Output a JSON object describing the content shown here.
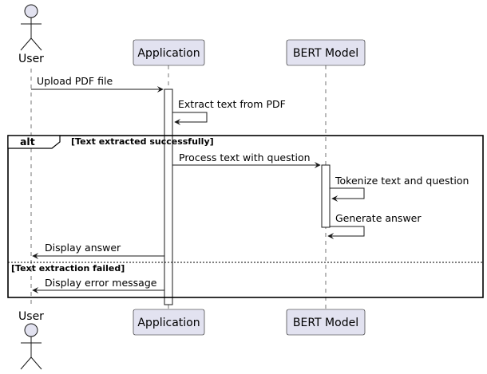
{
  "participants": {
    "user": "User",
    "application": "Application",
    "bert": "BERT Model"
  },
  "messages": {
    "upload": "Upload PDF file",
    "extract": "Extract text from PDF",
    "process": "Process text with question",
    "tokenize": "Tokenize text and question",
    "generate": "Generate answer",
    "display": "Display answer",
    "error": "Display error message"
  },
  "alt_frame": {
    "tag": "alt",
    "guard_success": "[Text extracted successfully]",
    "guard_failure": "[Text extraction failed]"
  },
  "colors": {
    "participant_fill": "#E2E2F0",
    "line": "#181818"
  }
}
